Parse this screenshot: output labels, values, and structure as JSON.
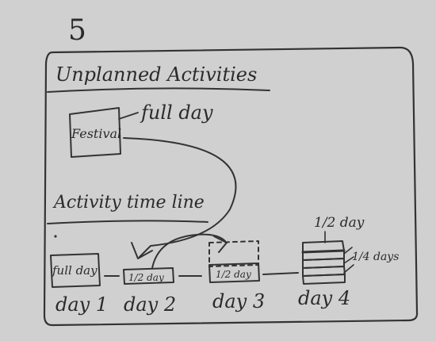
{
  "sketch": {
    "page_number": "5",
    "unplanned_title": "Unplanned Activities",
    "festival_label": "Festival",
    "full_day_label": "full day",
    "timeline_title": "Activity time line",
    "day1_box_label": "full day",
    "day2_box_label": "1/2 day",
    "day3_box_label": "1/2 day",
    "day4_half_day_label": "1/2 day",
    "day4_quarter_days_label": "1/4 days",
    "days": [
      "day 1",
      "day 2",
      "day 3",
      "day 4"
    ]
  }
}
